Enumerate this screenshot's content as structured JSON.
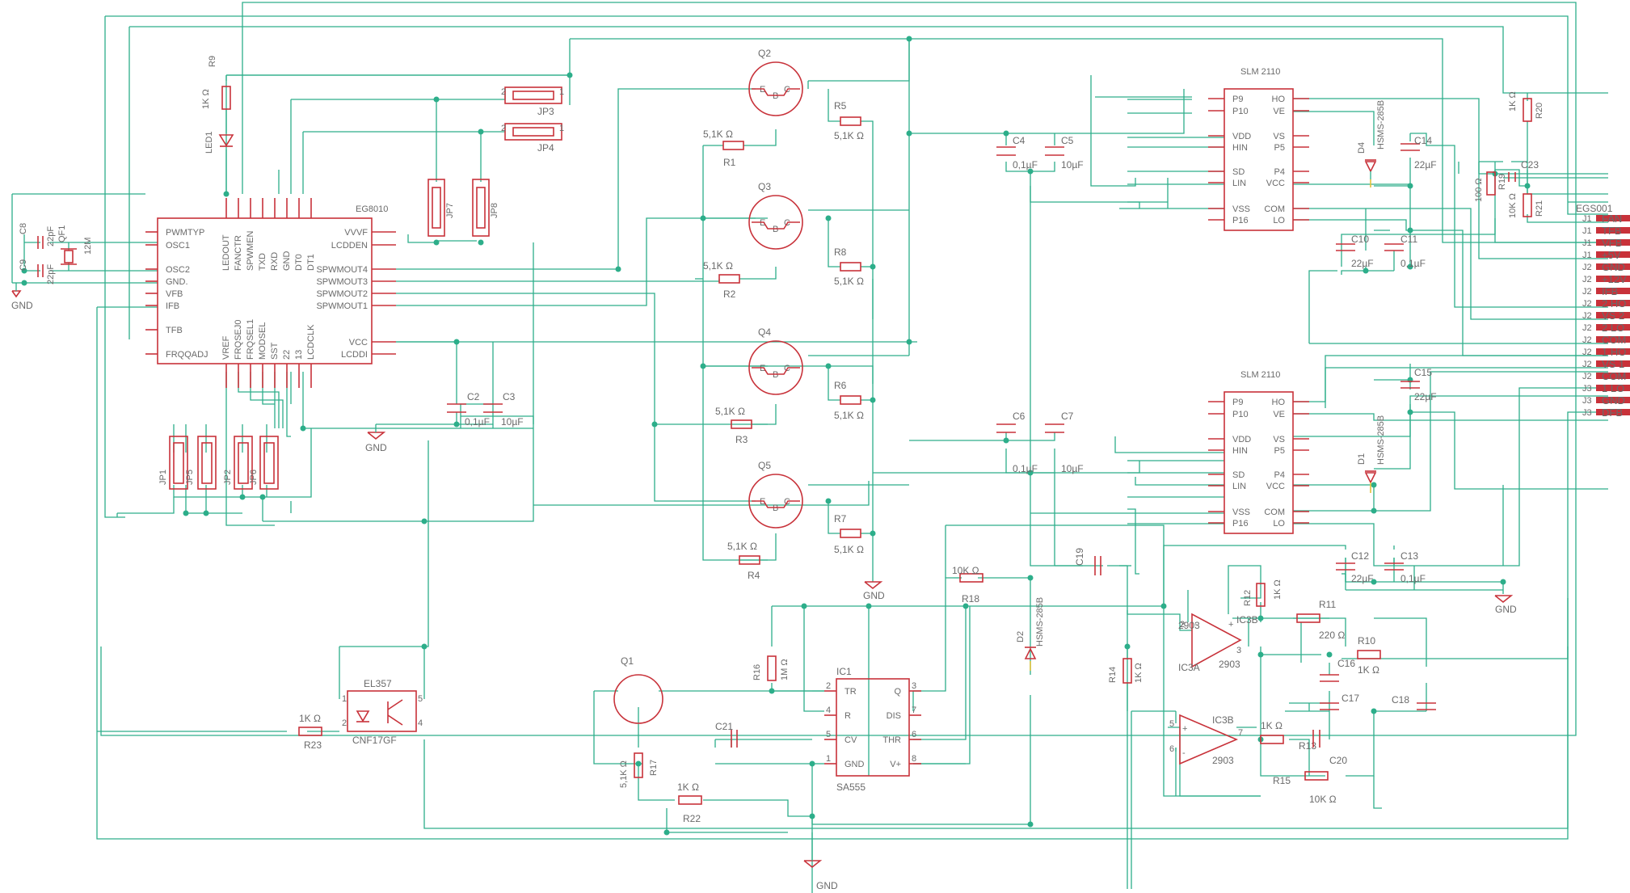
{
  "labels": {
    "eg8010": "EG8010",
    "slm1": "SLM 2110",
    "slm2": "SLM 2110",
    "egs": "EGS001",
    "el357": "EL357",
    "cnf": "CNF17GF",
    "sa555": "SA555",
    "ic1": "IC1",
    "ic3a": "IC3A",
    "ic3b": "IC3B",
    "ic3b_top": "IC3B",
    "op2903a": "2903",
    "op2903b": "2903",
    "op2903c": "2903",
    "gnd1": "GND",
    "gnd2": "GND",
    "gnd3": "GND",
    "gnd4": "GND",
    "gnd5": "GND"
  },
  "eg8010_pins": {
    "left": [
      "PWMTYP",
      "OSC1",
      "OSC2",
      "GND.",
      "VFB",
      "IFB",
      "TFB",
      "FRQQADJ"
    ],
    "right": [
      "VVVF",
      "LCDDEN",
      "SPWMOUT4",
      "SPWMOUT3",
      "SPWMOUT2",
      "SPWMOUT1",
      "VCC",
      "LCDDI"
    ],
    "top": [
      "LEDOUT",
      "FANCTR",
      "SPWMEN",
      "TXD",
      "RXD",
      "GND",
      "DT0",
      "DT1"
    ],
    "bottom": [
      "VREF",
      "FRQSEJ0",
      "FRQSEL1",
      "MODSEL",
      "SST",
      "22",
      "13",
      "LCDCLK"
    ]
  },
  "slm_pins": {
    "left": [
      "P9",
      "P10",
      "VDD",
      "HIN",
      "SD",
      "LIN",
      "VSS",
      "P16"
    ],
    "right": [
      "HO",
      "VE",
      "VS",
      "P5",
      "P4",
      "VCC",
      "COM",
      "LO"
    ]
  },
  "sa555_pins": {
    "left": [
      "TR",
      "R",
      "CV",
      "GND"
    ],
    "right": [
      "Q",
      "DIS",
      "THR",
      "V+"
    ],
    "left_num": [
      "2",
      "4",
      "5",
      "1"
    ],
    "right_num": [
      "3",
      "7",
      "6",
      "8"
    ]
  },
  "connector": {
    "pins": [
      "J1",
      "J1",
      "J1",
      "J1",
      "J2",
      "J2",
      "J2",
      "J2",
      "J2",
      "J2",
      "J2",
      "J2",
      "J2",
      "J2",
      "J3",
      "J3",
      "J3"
    ],
    "labels": [
      "FAN",
      "TFB",
      "VFB",
      "+5V",
      "GND",
      "+12V",
      "IFB",
      "2 HO",
      "VS 2",
      "2 LO",
      "COM",
      "1 HO",
      "VS 1",
      "COM",
      "1 LO",
      "GND",
      "DFB"
    ]
  },
  "parts": {
    "R1": "R1",
    "R1v": "5,1K Ω",
    "R2": "R2",
    "R2v": "5,1K Ω",
    "R3": "R3",
    "R3v": "5,1K Ω",
    "R4": "R4",
    "R4v": "5,1K Ω",
    "R5": "R5",
    "R5v": "5,1K Ω",
    "R6": "R6",
    "R6v": "5,1K Ω",
    "R7": "R7",
    "R7v": "5,1K Ω",
    "R8": "R8",
    "R8v": "5,1K Ω",
    "R9": "R9",
    "R9v": "1K Ω",
    "R10": "R10",
    "R10v": "1K Ω",
    "R11": "R11",
    "R11v": "220 Ω",
    "R12": "R12",
    "R12v": "1K Ω",
    "R13": "R13",
    "R13v": "1K Ω",
    "R14": "R14",
    "R14v": "1K Ω",
    "R15": "R15",
    "R15v": "10K Ω",
    "R16": "R16",
    "R16v": "1M Ω",
    "R17": "R17",
    "R17v": "5,1K Ω",
    "R18": "R18",
    "R18v": "10K Ω",
    "R19": "R19",
    "R19v": "100 Ω",
    "R20": "R20",
    "R20v": "1K Ω",
    "R21": "R21",
    "R21v": "10K Ω",
    "R22": "R22",
    "R22v": "1K Ω",
    "R23": "R23",
    "R23v": "1K Ω",
    "C2": "C2",
    "C2v": "0,1µF",
    "C3": "C3",
    "C3v": "10µF",
    "C4": "C4",
    "C4v": "0,1µF",
    "C5": "C5",
    "C5v": "10µF",
    "C6": "C6",
    "C6v": "0,1µF",
    "C7": "C7",
    "C7v": "10µF",
    "C8": "C8",
    "C8v": "22pF",
    "C9": "C9",
    "C9v": "22pF",
    "C10": "C10",
    "C10v": "22µF",
    "C11": "C11",
    "C11v": "0,1µF",
    "C12": "C12",
    "C12v": "22µF",
    "C13": "C13",
    "C13v": "0,1µF",
    "C14": "C14",
    "C14v": "22µF",
    "C15": "C15",
    "C15v": "22µF",
    "C16": "C16",
    "C17": "C17",
    "C18": "C18",
    "C19": "C19",
    "C20": "C20",
    "C21": "C21",
    "C23": "C23",
    "Q1": "Q1",
    "Q2": "Q2",
    "Q3": "Q3",
    "Q4": "Q4",
    "Q5": "Q5",
    "D1": "D1",
    "D1v": "HSMS-285B",
    "D2": "D2",
    "D2v": "HSMS-285B",
    "D4": "D4",
    "D4v": "HSMS-285B",
    "LED1": "LED1",
    "QF1": "QF1",
    "QF1v": "12M",
    "JP1": "JP1",
    "JP2": "JP2",
    "JP3": "JP3",
    "JP4": "JP4",
    "JP5": "JP5",
    "JP6": "JP6",
    "JP7": "JP7",
    "JP8": "JP8"
  }
}
